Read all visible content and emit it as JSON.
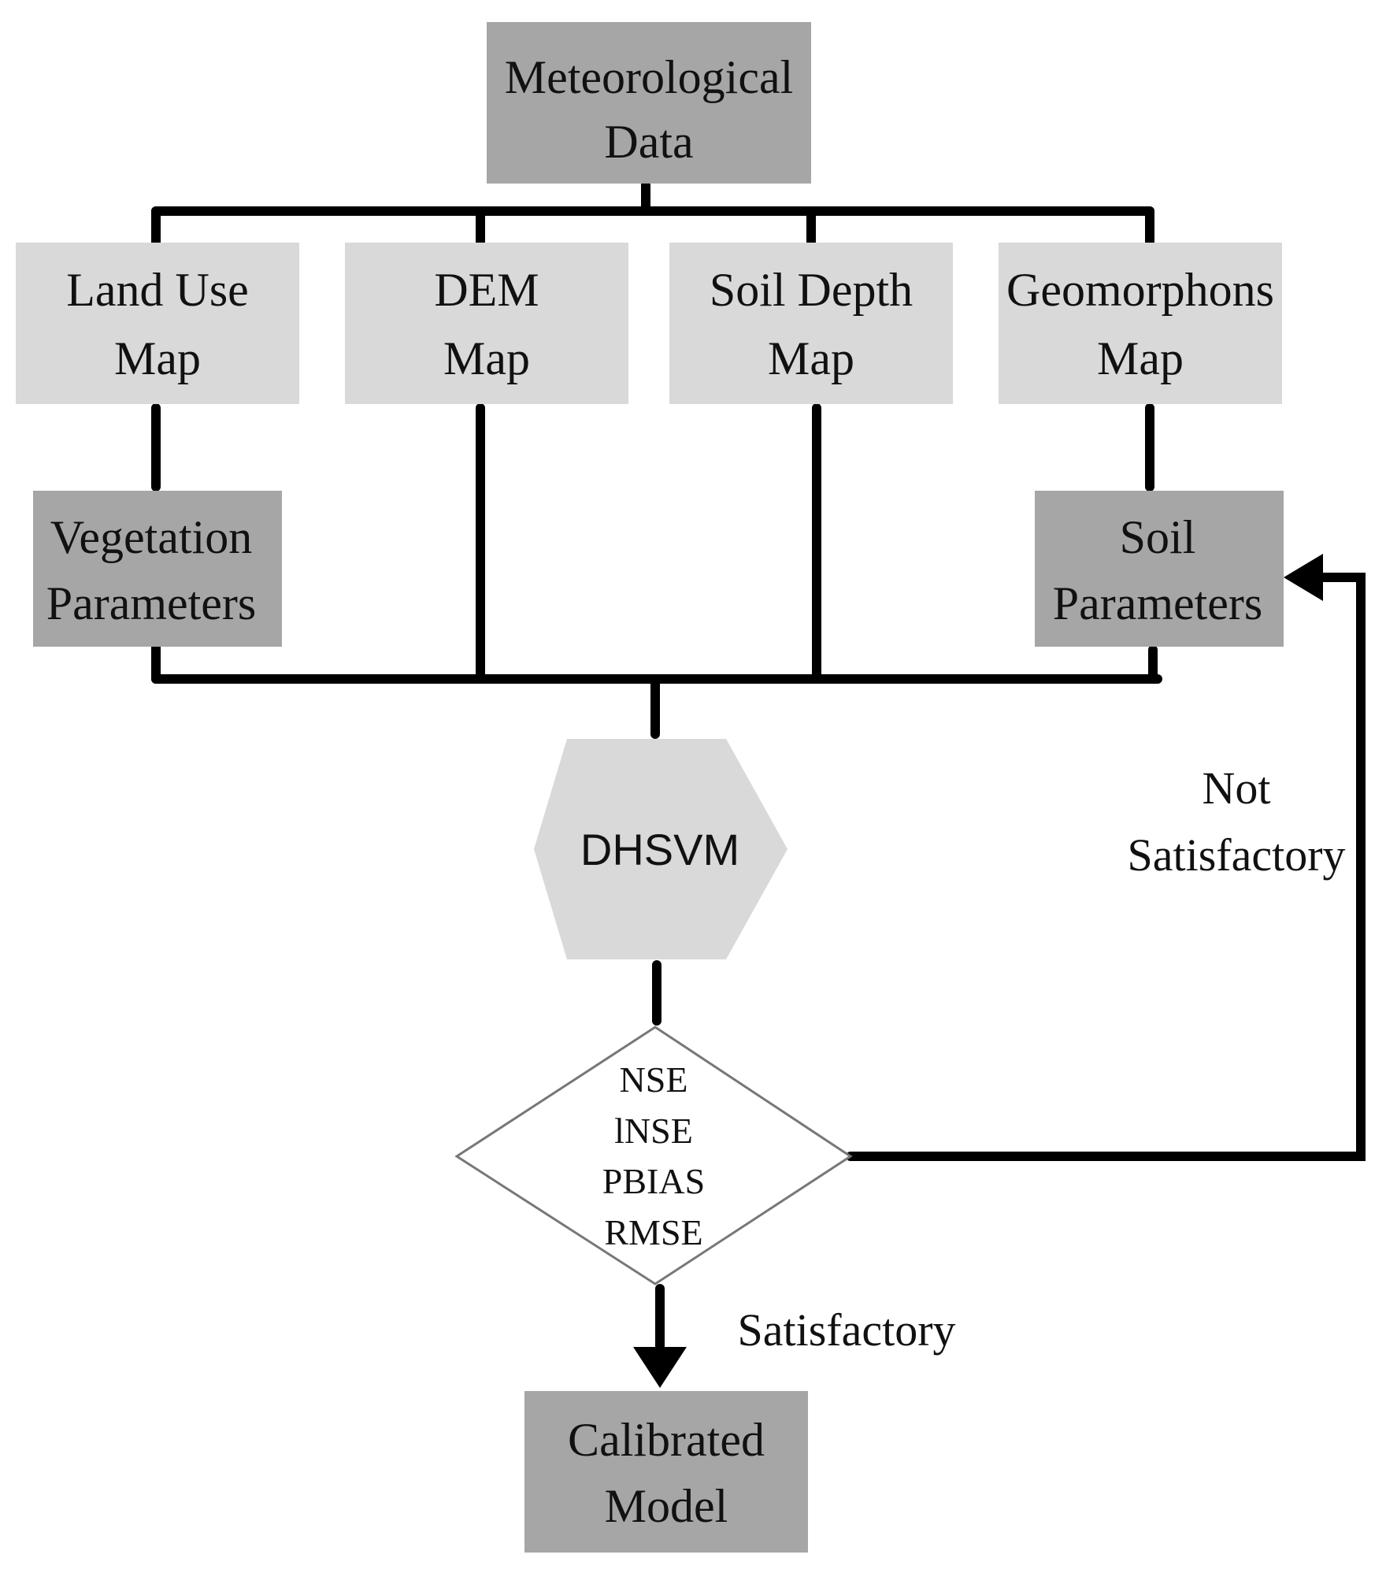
{
  "nodes": {
    "meteorological": {
      "line1": "Meteorological",
      "line2": "Data"
    },
    "land_use": {
      "line1": "Land Use",
      "line2": "Map"
    },
    "dem": {
      "line1": "DEM",
      "line2": "Map"
    },
    "soil_depth": {
      "line1": "Soil Depth",
      "line2": "Map"
    },
    "geomorphons": {
      "line1": "Geomorphons",
      "line2": "Map"
    },
    "vegetation": {
      "line1": "Vegetation",
      "line2": "Parameters"
    },
    "soil_params": {
      "line1": "Soil",
      "line2": "Parameters"
    },
    "dhsvm": {
      "label": "DHSVM"
    },
    "metrics": {
      "items": [
        "NSE",
        "lNSE",
        "PBIAS",
        "RMSE"
      ]
    },
    "calibrated": {
      "line1": "Calibrated",
      "line2": "Model"
    }
  },
  "edge_labels": {
    "not_satisfactory_1": "Not",
    "not_satisfactory_2": "Satisfactory",
    "satisfactory": "Satisfactory"
  },
  "colors": {
    "dark_box": "#a6a6a6",
    "light_box": "#d9d9d9",
    "connector": "#000000"
  }
}
